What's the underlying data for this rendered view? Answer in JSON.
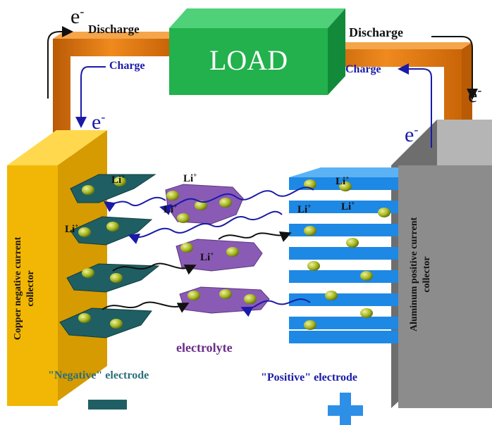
{
  "electron": {
    "symbol": "e",
    "charge": "-"
  },
  "labels": {
    "discharge_left": "Discharge",
    "discharge_right": "Discharge",
    "charge_left": "Charge",
    "charge_right": "Charge",
    "load": "LOAD",
    "electrolyte": "electrolyte",
    "negative_electrode": "\"Negative\" electrode",
    "positive_electrode": "\"Positive\" electrode",
    "copper_collector_line1": "Copper negative current",
    "copper_collector_line2": "collector",
    "aluminum_collector_line1": "Aluminum positive current",
    "aluminum_collector_line2": "collector"
  },
  "ion": {
    "base": "Li",
    "charge": "+"
  },
  "signs": {
    "negative": "minus-sign",
    "positive": "plus-sign"
  },
  "colors": {
    "copper_collector": "#f2b705",
    "aluminum_collector": "#8c8c8c",
    "load_box": "#22b14c",
    "wire": "#e07a10",
    "graphite": "#1f5f63",
    "cathode": "#1e88e5",
    "electrolyte_molecule": "#8a5bb5",
    "li_ion": "#a8b820",
    "discharge_arrow": "#111111",
    "charge_arrow": "#1a1aa8"
  }
}
